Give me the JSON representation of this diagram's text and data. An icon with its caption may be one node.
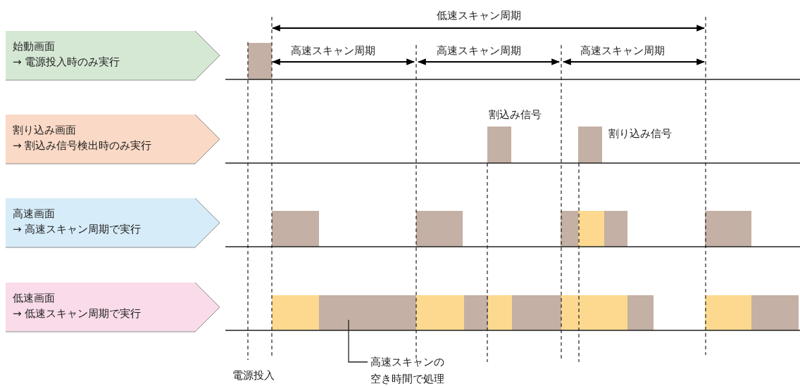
{
  "diagram": {
    "nodes": [
      {
        "text": [
          "始動画面",
          "→ 電源投入時のみ実行"
        ]
      },
      {
        "text": [
          "割り込み画面",
          "→ 割込み信号検出時のみ実行"
        ]
      },
      {
        "text": [
          "高速画面",
          "→ 高速スキャン周期で実行"
        ]
      },
      {
        "text": [
          "低速画面",
          "→ 低速スキャン周期で実行"
        ]
      },
      {
        "text": [
          "高速スキャンの空き時間で処理"
        ]
      },
      {
        "text": [],
        "shape": "bar"
      }
    ],
    "edges": [
      {
        "from": 4,
        "to": 5,
        "arrow": "none"
      }
    ],
    "labels": [
      "低速スキャン周期",
      "高速スキャン周期",
      "高速スキャン周期",
      "高速スキャン周期",
      "割込み信号",
      "割り込み信号",
      "電源投入"
    ]
  }
}
